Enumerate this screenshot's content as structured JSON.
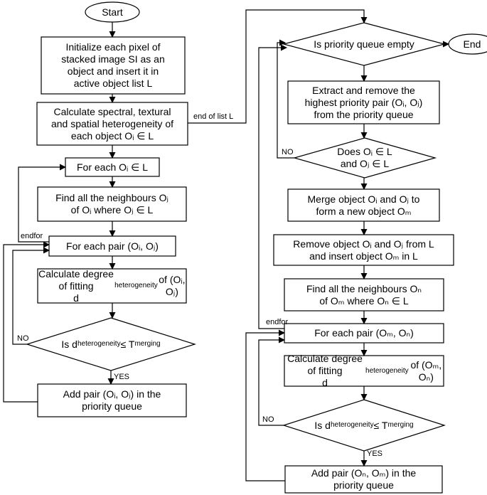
{
  "nodes": {
    "start": "Start",
    "end": "End",
    "init": "Initialize each pixel of\nstacked image SI as an\nobject and insert it in\nactive object list L",
    "calc_het": "Calculate spectral, textural\nand spatial heterogeneity of\neach object Oᵢ ∈ L",
    "for_each_oi": "For each Oᵢ ∈ L",
    "find_neighbours_oj": "Find all the neighbours Oⱼ\nof Oᵢ where Oⱼ ∈ L",
    "for_each_pair_left": "For each pair (Oᵢ, Oⱼ)",
    "calc_fit_left": "Calculate degree of fitting\ndheterogeneity of (Oᵢ, Oⱼ)",
    "decision_left": "Is dheterogeneity ≤ Tmerging",
    "add_pair_left": "Add pair (Oᵢ, Oⱼ) in the\npriority queue",
    "queue_empty": "Is priority queue empty",
    "extract": "Extract and remove the\nhighest priority pair (Oᵢ, Oⱼ)\nfrom the priority queue",
    "does_in_l": "Does Oᵢ ∈ L\nand Oⱼ ∈ L",
    "merge": "Merge object Oᵢ and Oⱼ to\nform a new object Oₘ",
    "remove": "Remove object Oᵢ and Oⱼ from L\nand insert object Oₘ in L",
    "find_neighbours_on": "Find all the neighbours Oₙ\nof Oₘ where Oₙ ∈ L",
    "for_each_pair_right": "For each pair (Oₘ, Oₙ)",
    "calc_fit_right": "Calculate degree of fitting\ndheterogeneity of (Oₘ, Oₙ)",
    "decision_right": "Is dheterogeneity ≤ Tmerging",
    "add_pair_right": "Add pair (Oₙ, Oₘ) in the\npriority queue"
  },
  "edge_labels": {
    "endfor_left": "endfor",
    "no_left": "NO",
    "yes_left": "YES",
    "end_of_list": "end of list L",
    "no_right_top": "NO",
    "endfor_right": "endfor",
    "no_right": "NO",
    "yes_right": "YES"
  }
}
